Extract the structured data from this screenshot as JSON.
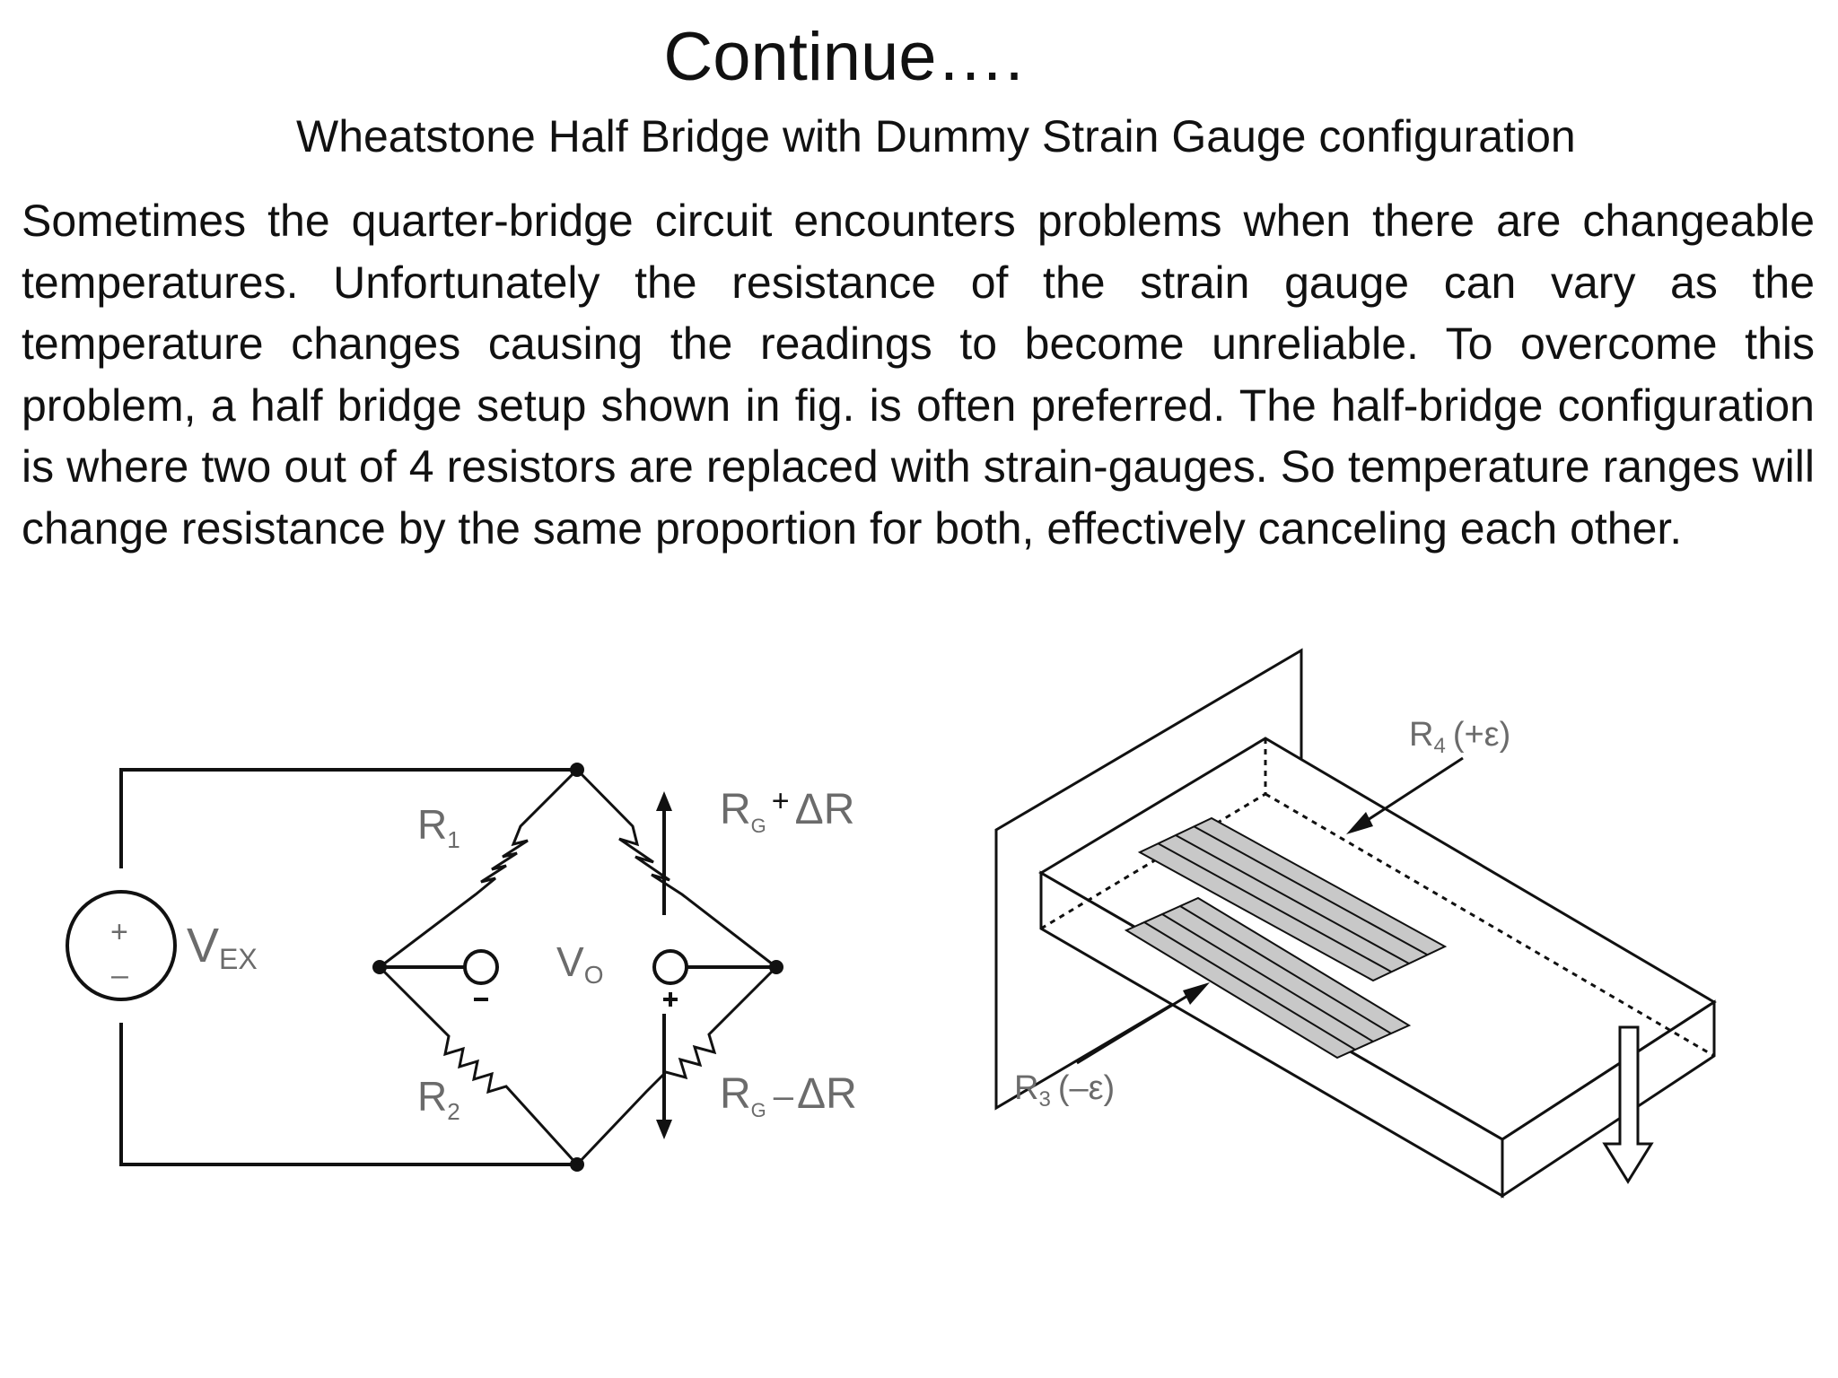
{
  "slide": {
    "title": "Continue….",
    "subtitle": "Wheatstone Half Bridge with Dummy Strain Gauge configuration",
    "body": "Sometimes the quarter-bridge circuit encounters problems when there are changeable temperatures. Unfortunately the resistance of the strain gauge can vary as the temperature changes causing the readings to become unreliable. To overcome this problem, a half bridge setup shown in fig. is often preferred. The half-bridge configuration is where two out of  4 resistors are replaced with strain-gauges. So temperature ranges will change resistance by the same proportion for both, effectively canceling each other."
  },
  "circuit": {
    "source": {
      "label_main": "V",
      "label_sub": "EX",
      "plus": "+",
      "minus": "–"
    },
    "r1": {
      "main": "R",
      "sub": "1"
    },
    "r2": {
      "main": "R",
      "sub": "2"
    },
    "rg_plus": {
      "main": "R",
      "sub": "G",
      "op": "+",
      "delta": "ΔR"
    },
    "rg_minus": {
      "main": "R",
      "sub": "G",
      "op": "–",
      "delta": "ΔR"
    },
    "vo": {
      "main": "V",
      "sub": "O"
    }
  },
  "beam": {
    "r4": {
      "main": "R",
      "sub": "4",
      "strain": "(+ε)"
    },
    "r3": {
      "main": "R",
      "sub": "3",
      "strain": "(–ε)"
    }
  }
}
